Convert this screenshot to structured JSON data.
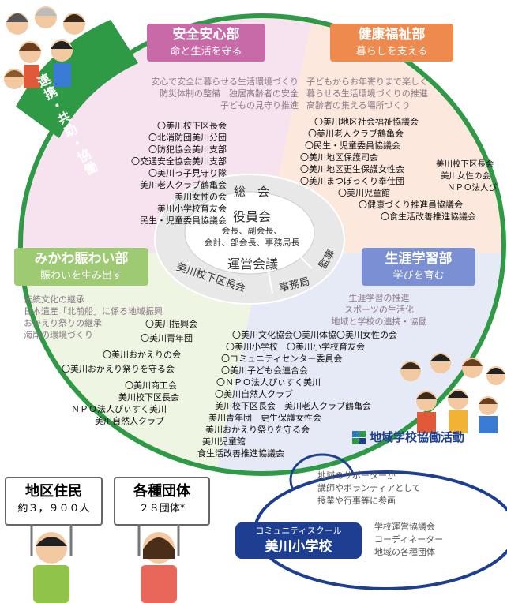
{
  "banner": "連携・共助・協働",
  "center": {
    "general_meeting": "総　会",
    "officers": "役員会",
    "officers_desc_1": "会長、副会長、",
    "officers_desc_2": "会計、部会長、事務局長",
    "steering": "運営会議",
    "neighborhood": "美川校下区長会",
    "secretariat": "事務局",
    "auditor": "監事"
  },
  "safety": {
    "title": "安全安心部",
    "subtitle": "命と生活を守る",
    "desc": [
      "安心で安全に暮らせる生活環境づくり",
      "防災体制の整備　独居高齢者の安全",
      "子どもの見守り推進"
    ],
    "members": [
      "〇美川校下区長会",
      "〇北消防団美川分団",
      "〇防犯協会美川支部",
      "〇交通安全協会美川支部",
      "〇美川っ子見守り隊",
      "美川老人クラブ鶴亀会",
      "美川女性の会",
      "美川小学校育友会",
      "民生・児童委員協議会"
    ]
  },
  "welfare": {
    "title": "健康福祉部",
    "subtitle": "暮らしを支える",
    "desc": [
      "子どもからお年寄りまで楽しく",
      "暮らせる生活環境づくりの推進",
      "高齢者の集える場所づくり"
    ],
    "members": [
      "〇美川地区社会福祉協議会",
      "〇美川老人クラブ鶴亀会",
      "〇民生・児童委員協議会",
      "〇美川地区保護司会",
      "〇美川地区更生保護女性会",
      "〇美川まつぼっくり奉仕団",
      "〇美川児童館",
      "〇健康づくり推進員協議会",
      "〇食生活改善推進協議会"
    ],
    "side_members": [
      "美川校下区長会",
      "美川女性の会",
      "ＮＰＯ法人ぴ"
    ]
  },
  "nigiwai": {
    "title": "みかわ賑わい部",
    "subtitle": "賑わいを生み出す",
    "desc": [
      "伝統文化の継承",
      "日本遺産「北前船」に係る地域振興",
      "おかえり祭りの継承",
      "海岸の環境づくり"
    ],
    "members": [
      "〇美川振興会",
      "〇美川青年団",
      "〇美川おかえりの会",
      "〇美川おかえり祭りを守る会",
      "〇美川商工会",
      "美川校下区長会",
      "ＮＰＯ法人ぴぃすく美川",
      "美川自然人クラブ"
    ]
  },
  "learning": {
    "title": "生涯学習部",
    "subtitle": "学びを育む",
    "desc": [
      "生涯学習の推進",
      "スポーツの生活化",
      "地域と学校の連携・協働"
    ],
    "members": [
      "〇美川文化協会〇美川体協〇美川女性の会",
      "〇美川小学校　〇美川小学校育友会",
      "〇コミュニティセンター委員会",
      "〇美川子ども会連合会",
      "〇ＮＰＯ法人ぴぃすく美川",
      "〇美川自然人クラブ",
      "美川校下区長会　美川老人クラブ鶴亀会",
      "美川青年団　更生保護女性会",
      "美川おかえり祭りを守る会",
      "美川児童館",
      "食生活改善推進協議会"
    ]
  },
  "school_activity": {
    "title": "地域学校協働活動",
    "desc": [
      "地域のサポーターが",
      "講師やボランティアとして",
      "授業や行事等に参画"
    ]
  },
  "school": {
    "badge": "コミュニティスクール",
    "name": "美川小学校",
    "orgs": [
      "学校運営協議会",
      "コーディネーター",
      "地域の各種団体"
    ]
  },
  "residents": {
    "title": "地区住民",
    "count": "約３，９００人"
  },
  "groups": {
    "title": "各種団体",
    "count": "２８団体*"
  },
  "colors": {
    "safety": "#c86aa8",
    "welfare": "#ee8a4e",
    "nigiwai": "#9dca72",
    "learning": "#7a8fd4",
    "ring": "#2e9a45",
    "school": "#1d3e91"
  }
}
